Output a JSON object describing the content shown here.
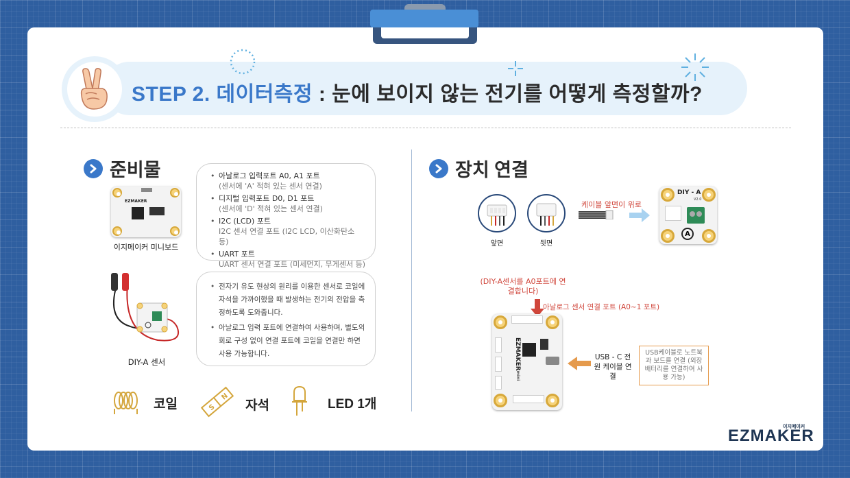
{
  "title": {
    "step": "STEP 2. 데이터측정",
    "rest": " : 눈에 보이지 않는 전기를 어떻게 측정할까?"
  },
  "prep": {
    "heading": "준비물",
    "board_caption": "이지메이커 미니보드",
    "ports": [
      {
        "main": "아날로그 입력포트 A0, A1 포트",
        "sub": "(센서에 'A' 적혀 있는 센서 연결)"
      },
      {
        "main": "디지털 입력포트 D0, D1 포트",
        "sub": "(센서에 'D' 적혀 있는 센서 연결)"
      },
      {
        "main": "I2C (LCD) 포트",
        "sub": "I2C 센서 연결 포트 (I2C LCD, 이산화탄소 등)"
      },
      {
        "main": "UART 포트",
        "sub": "UART 센서 연결 포트 (미세먼지, 무게센서 등)"
      }
    ],
    "sensor_caption": "DIY-A 센서",
    "sensor_desc": [
      "전자기 유도 현상의 원리를 이용한 센서로 코일에 자석을 가까이했을 때 발생하는 전기의 전압을 측정하도록 도와줍니다.",
      "아날로그 입력 포트에 연결하여 사용하며, 별도의 회로 구성 없이 연결 포트에 코일을 연결만 하면 사용 가능합니다."
    ],
    "materials": [
      {
        "label": "코일",
        "icon": "coil-icon"
      },
      {
        "label": "자석",
        "icon": "magnet-icon"
      },
      {
        "label": "LED 1개",
        "icon": "led-icon"
      }
    ],
    "magnet_n": "N",
    "magnet_s": "S"
  },
  "connect": {
    "heading": "장치 연결",
    "front": "앞면",
    "back": "뒷면",
    "cable_note": "케이블 앞면이 위로",
    "diy_label": "DIY - A",
    "diy_ver": "V2.0",
    "diy_badge": "A",
    "connect_note": "(DIY-A센서를 A0포트에 연결합니다)",
    "analog_note": "아날로그 센서 연결 포트 (A0~1 포트)",
    "usb_label": "USB - C 전원 케이블 연결",
    "usb_note": "USB케이블로 노트북과 보드를 연결 (외장 배터리를 연결하여 사용 가능)",
    "board_brand": "EZMAKER",
    "board_mini": "mini"
  },
  "mini_board_brand": "EZMAKER",
  "logo": {
    "main": "EZMAKER",
    "sub": "이지메이커"
  },
  "colors": {
    "accent": "#3a78c9",
    "title_blue": "#3a78c9",
    "warn_red": "#d0463b",
    "orange": "#e59a4c",
    "navy": "#1e3553"
  }
}
